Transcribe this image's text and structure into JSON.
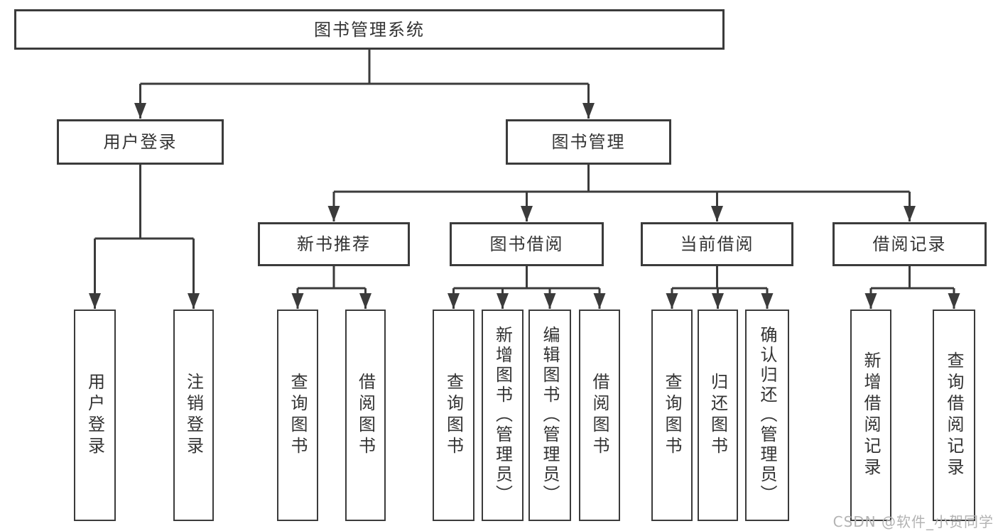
{
  "page": {
    "background": "#ffffff",
    "line_color": "#3b3b3b",
    "text_color": "#333333",
    "watermark": "CSDN @软件_小贺同学",
    "watermark_color": "#b3b3b3"
  },
  "tree": {
    "root": {
      "label": "图书管理系统"
    },
    "branches": [
      {
        "label": "用户登录",
        "children": [
          {
            "label": "用户登录"
          },
          {
            "label": "注销登录"
          }
        ]
      },
      {
        "label": "图书管理",
        "children": [
          {
            "label": "新书推荐",
            "children": [
              {
                "label": "查询图书"
              },
              {
                "label": "借阅图书"
              }
            ]
          },
          {
            "label": "图书借阅",
            "children": [
              {
                "label": "查询图书"
              },
              {
                "label": "新增图书（管理员）"
              },
              {
                "label": "编辑图书（管理员）"
              },
              {
                "label": "借阅图书"
              }
            ]
          },
          {
            "label": "当前借阅",
            "children": [
              {
                "label": "查询图书"
              },
              {
                "label": "归还图书"
              },
              {
                "label": "确认归还（管理员）"
              }
            ]
          },
          {
            "label": "借阅记录",
            "children": [
              {
                "label": "新增借阅记录"
              },
              {
                "label": "查询借阅记录"
              }
            ]
          }
        ]
      }
    ]
  }
}
